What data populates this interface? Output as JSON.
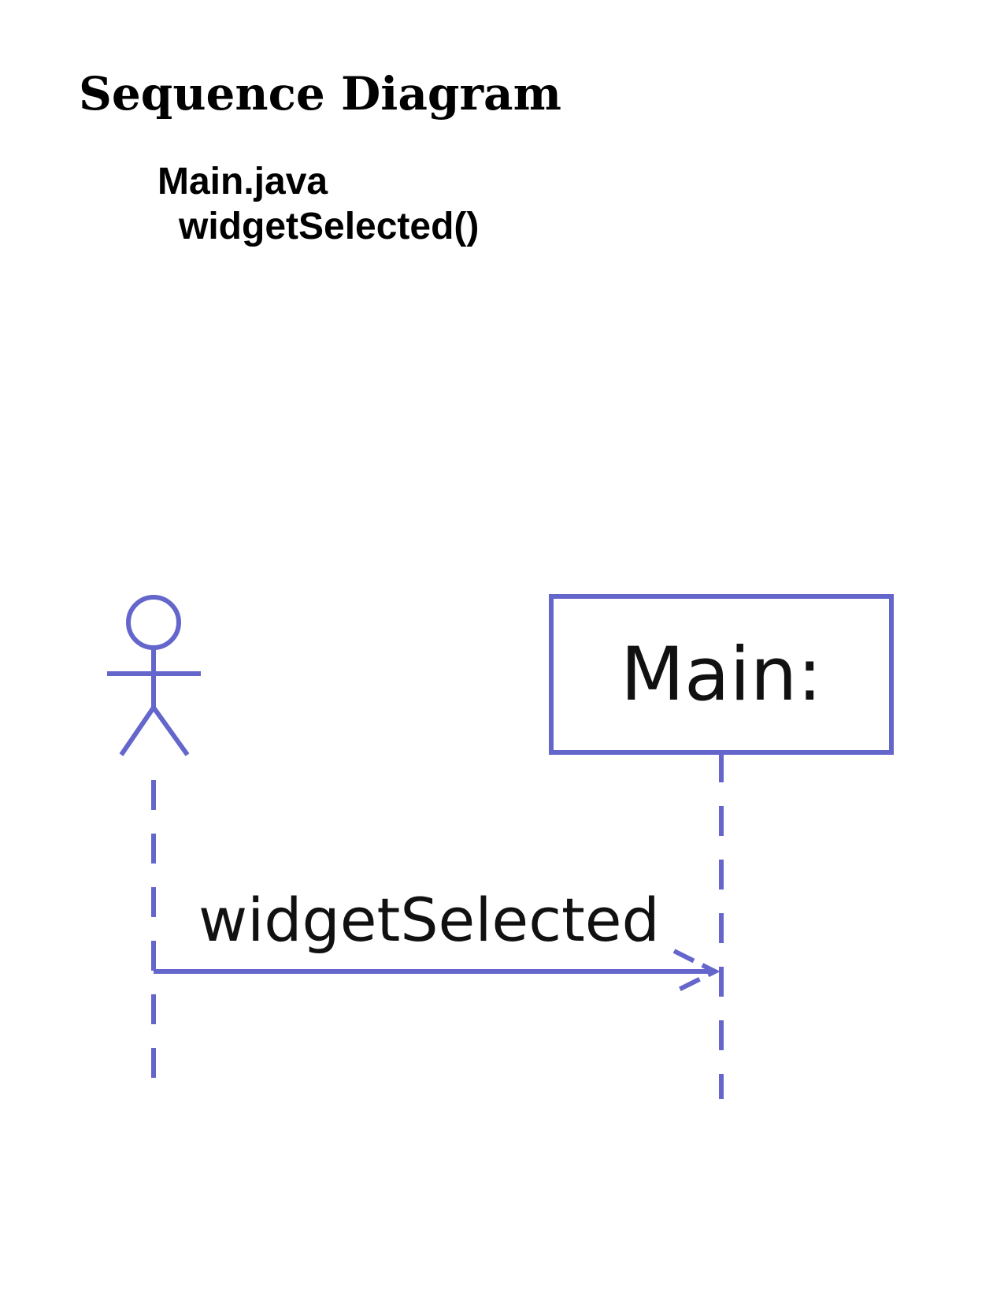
{
  "header": {
    "title": "Sequence Diagram",
    "file": "Main.java",
    "method": "widgetSelected()"
  },
  "diagram": {
    "line_color": "#6466cc",
    "actor": {
      "icon": "actor-stick-figure-icon"
    },
    "lifeline": {
      "label": "Main:"
    },
    "message": {
      "label": "widgetSelected"
    }
  }
}
